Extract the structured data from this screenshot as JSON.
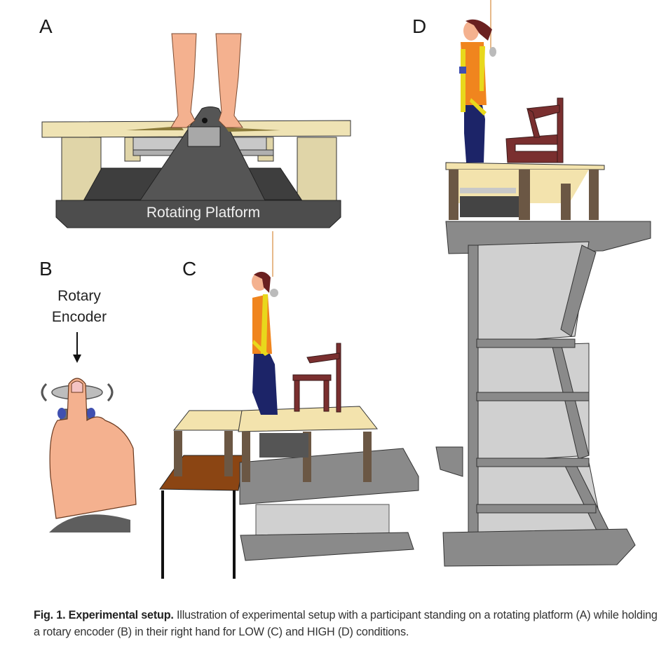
{
  "figure": {
    "panels": [
      {
        "id": "A",
        "label": "A",
        "annotation": "Rotating Platform"
      },
      {
        "id": "B",
        "label": "B",
        "annotation_line1": "Rotary",
        "annotation_line2": "Encoder"
      },
      {
        "id": "C",
        "label": "C"
      },
      {
        "id": "D",
        "label": "D"
      }
    ],
    "colors": {
      "platform_dark": "#4a4a4a",
      "wood_top": "#f3e3ad",
      "wood_legs": "#6b5744",
      "skin": "#f4b18f",
      "shirt": "#f0851e",
      "pants": "#1c2468",
      "harness": "#e8d81c",
      "chair": "#7a2f2f",
      "lift_grey": "#8a8a8a",
      "lift_light": "#d0d0d0",
      "brown_table": "#8b4513"
    }
  },
  "caption": {
    "title": "Fig. 1. Experimental setup.",
    "text": " Illustration of experimental setup with a participant standing on a rotating platform (A) while holding a rotary encoder (B) in their right hand for LOW (C) and HIGH (D) conditions."
  }
}
